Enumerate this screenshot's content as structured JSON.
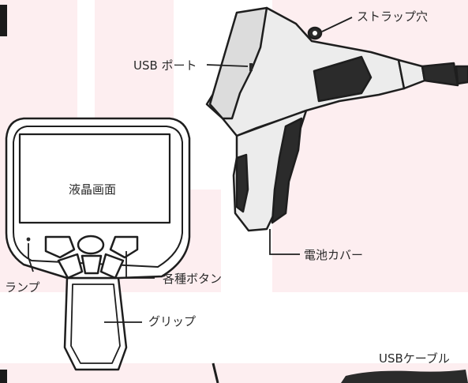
{
  "labels": {
    "strap_hole": "ストラップ穴",
    "usb_port": "USB ポート",
    "lcd_screen": "液晶画面",
    "battery_cover": "電池カバー",
    "lamp": "ランプ",
    "buttons": "各種ボタン",
    "grip": "グリップ",
    "usb_cable": "USBケーブル"
  },
  "colors": {
    "background_tint": "#fdeef0",
    "background_white": "#ffffff",
    "outline": "#1e1e1e",
    "body_light": "#ececec",
    "body_dark": "#2b2b2b",
    "tab_black": "#1b1b1b"
  }
}
